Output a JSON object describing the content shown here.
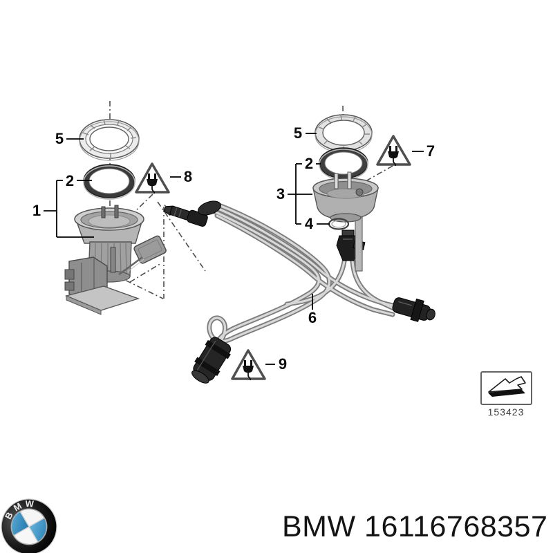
{
  "diagram": {
    "callouts": {
      "c1": "1",
      "c2_left": "2",
      "c2_right": "2",
      "c3": "3",
      "c4": "4",
      "c5_left": "5",
      "c5_right": "5",
      "c6": "6",
      "c7": "7",
      "c8": "8",
      "c9": "9"
    },
    "warning_icon_meaning": "electrical-plug-warning",
    "ref_code": "153423",
    "colors": {
      "part_gray": "#b0b0b0",
      "connector_black": "#222222",
      "outline": "#555555"
    }
  },
  "footer": {
    "part_text": "BMW 16116768357",
    "logo": {
      "letters": {
        "b": "B",
        "m": "M",
        "w": "W"
      },
      "colors": {
        "roundel_blue": "#2e8fc6",
        "roundel_black": "#101010",
        "roundel_white": "#f5f5f5"
      }
    }
  }
}
